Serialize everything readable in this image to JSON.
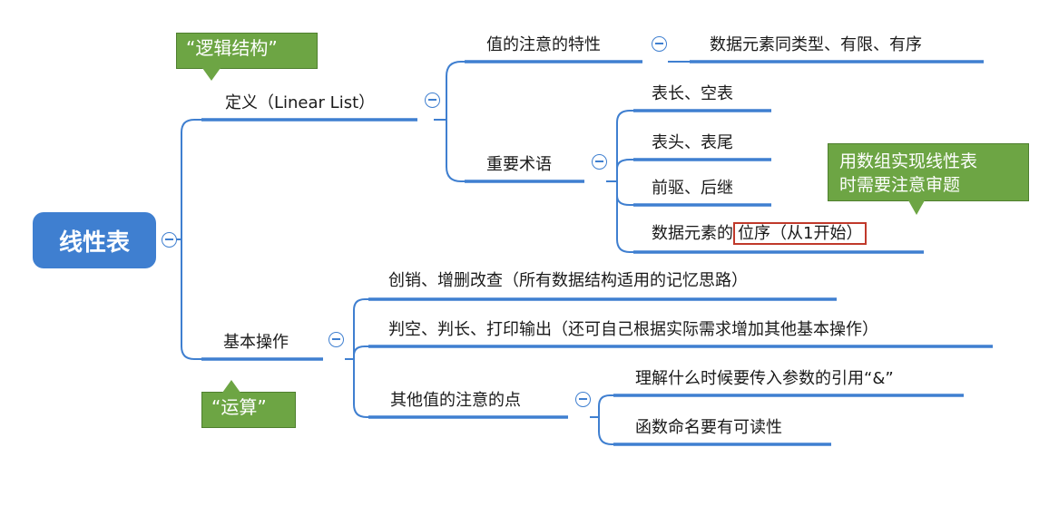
{
  "root": {
    "label": "线性表"
  },
  "nodes": {
    "definition": "定义（Linear List）",
    "value_note": "值的注意的特性",
    "data_elements": "数据元素同类型、有限、有序",
    "terms": "重要术语",
    "term_length": "表长、空表",
    "term_head_tail": "表头、表尾",
    "term_pred_succ": "前驱、后继",
    "term_position_prefix": "数据元素的",
    "term_position_highlight": "位序（从1开始）",
    "basic_ops": "基本操作",
    "op_crud": "创销、增删改查（所有数据结构适用的记忆思路）",
    "op_misc": "判空、判长、打印输出（还可自己根据实际需求增加其他基本操作）",
    "other_notes": "其他值的注意的点",
    "note_ref": "理解什么时候要传入参数的引用“&”",
    "note_readable": "函数命名要有可读性"
  },
  "callouts": {
    "logical": "“逻辑结构”",
    "operation": "“运算”",
    "array_note_line1": "用数组实现线性表",
    "array_note_line2": "时需要注意审题"
  },
  "colors": {
    "branch": "#3f7fd0",
    "underline": "#3f7fd0",
    "callout_fill": "#6da544",
    "highlight_border": "#c0392b"
  }
}
